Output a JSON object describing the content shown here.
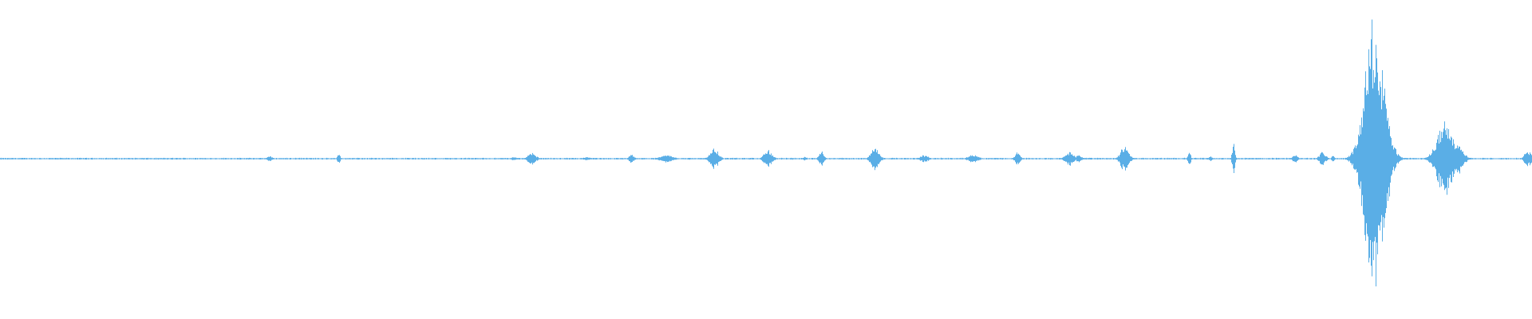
{
  "waveform": {
    "color": "#5aaee6",
    "baseline_amplitude": 0.004,
    "events": [
      {
        "t": 0.176,
        "amp": 0.02,
        "spread": 0.0015
      },
      {
        "t": 0.221,
        "amp": 0.04,
        "spread": 0.0008
      },
      {
        "t": 0.335,
        "amp": 0.015,
        "spread": 0.0015
      },
      {
        "t": 0.347,
        "amp": 0.04,
        "spread": 0.0025
      },
      {
        "t": 0.383,
        "amp": 0.012,
        "spread": 0.002
      },
      {
        "t": 0.412,
        "amp": 0.03,
        "spread": 0.0015
      },
      {
        "t": 0.435,
        "amp": 0.025,
        "spread": 0.004
      },
      {
        "t": 0.466,
        "amp": 0.08,
        "spread": 0.0025
      },
      {
        "t": 0.501,
        "amp": 0.06,
        "spread": 0.0025
      },
      {
        "t": 0.525,
        "amp": 0.015,
        "spread": 0.001
      },
      {
        "t": 0.536,
        "amp": 0.05,
        "spread": 0.0015
      },
      {
        "t": 0.571,
        "amp": 0.08,
        "spread": 0.0025
      },
      {
        "t": 0.603,
        "amp": 0.025,
        "spread": 0.0025
      },
      {
        "t": 0.635,
        "amp": 0.03,
        "spread": 0.003
      },
      {
        "t": 0.664,
        "amp": 0.05,
        "spread": 0.0015
      },
      {
        "t": 0.698,
        "amp": 0.05,
        "spread": 0.0025
      },
      {
        "t": 0.704,
        "amp": 0.03,
        "spread": 0.0015
      },
      {
        "t": 0.734,
        "amp": 0.09,
        "spread": 0.0025
      },
      {
        "t": 0.776,
        "amp": 0.06,
        "spread": 0.0008
      },
      {
        "t": 0.79,
        "amp": 0.02,
        "spread": 0.001
      },
      {
        "t": 0.805,
        "amp": 0.12,
        "spread": 0.0008
      },
      {
        "t": 0.845,
        "amp": 0.03,
        "spread": 0.0015
      },
      {
        "t": 0.863,
        "amp": 0.045,
        "spread": 0.002
      },
      {
        "t": 0.87,
        "amp": 0.02,
        "spread": 0.001
      },
      {
        "t": 0.897,
        "amp": 0.95,
        "spread": 0.006
      },
      {
        "t": 0.943,
        "amp": 0.25,
        "spread": 0.005
      },
      {
        "t": 0.95,
        "amp": 0.12,
        "spread": 0.004
      },
      {
        "t": 0.997,
        "amp": 0.06,
        "spread": 0.002
      }
    ]
  }
}
